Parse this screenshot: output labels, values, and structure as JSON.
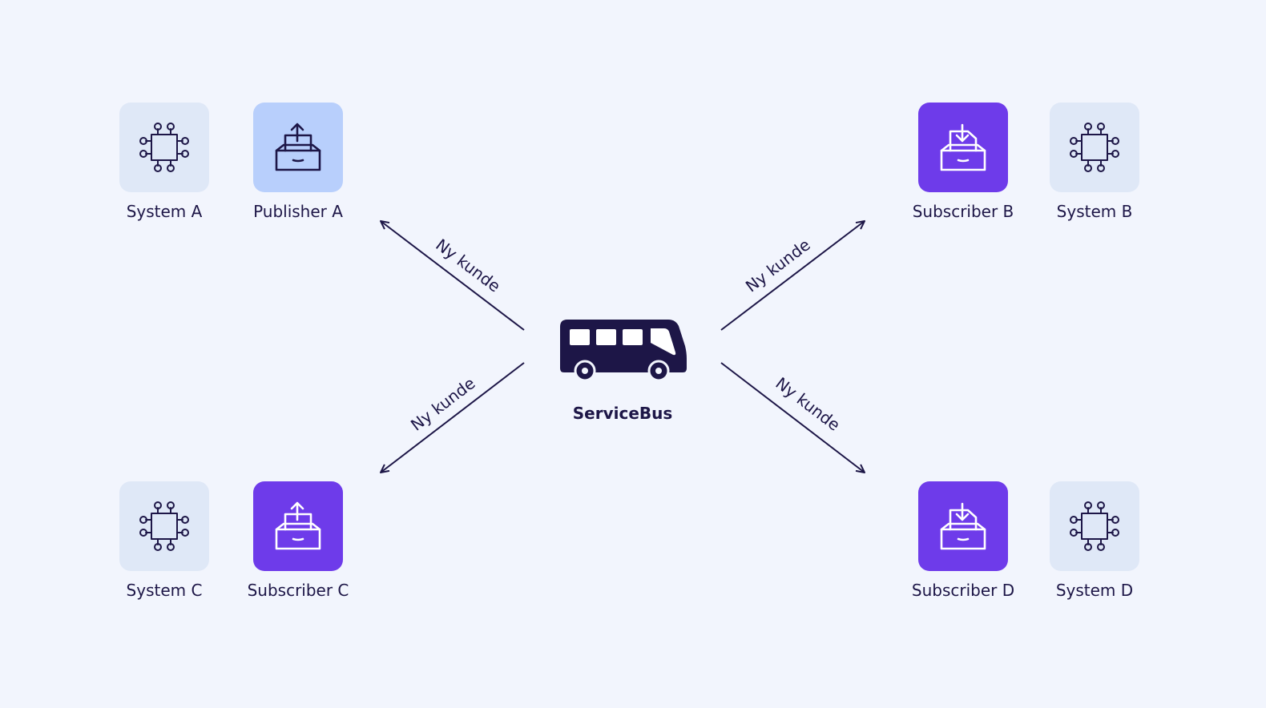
{
  "colors": {
    "background": "#f2f5fd",
    "ink": "#1d1647",
    "system_tile": "#dfe8f7",
    "publisher_tile": "#b8cffc",
    "subscriber_tile": "#6e3bea"
  },
  "hub": {
    "icon": "bus-icon",
    "label": "ServiceBus"
  },
  "nodes": {
    "system_a": {
      "label": "System A",
      "icon": "circuit-chip-icon"
    },
    "publisher_a": {
      "label": "Publisher A",
      "icon": "inbox-upload-icon"
    },
    "subscriber_b": {
      "label": "Subscriber B",
      "icon": "inbox-download-icon"
    },
    "system_b": {
      "label": "System B",
      "icon": "circuit-chip-icon"
    },
    "system_c": {
      "label": "System C",
      "icon": "circuit-chip-icon"
    },
    "subscriber_c": {
      "label": "Subscriber C",
      "icon": "inbox-upload-icon"
    },
    "subscriber_d": {
      "label": "Subscriber D",
      "icon": "inbox-download-icon"
    },
    "system_d": {
      "label": "System D",
      "icon": "circuit-chip-icon"
    }
  },
  "edges": {
    "to_publisher_a": {
      "label": "Ny kunde"
    },
    "to_subscriber_b": {
      "label": "Ny kunde"
    },
    "to_subscriber_c": {
      "label": "Ny kunde"
    },
    "to_subscriber_d": {
      "label": "Ny kunde"
    }
  }
}
